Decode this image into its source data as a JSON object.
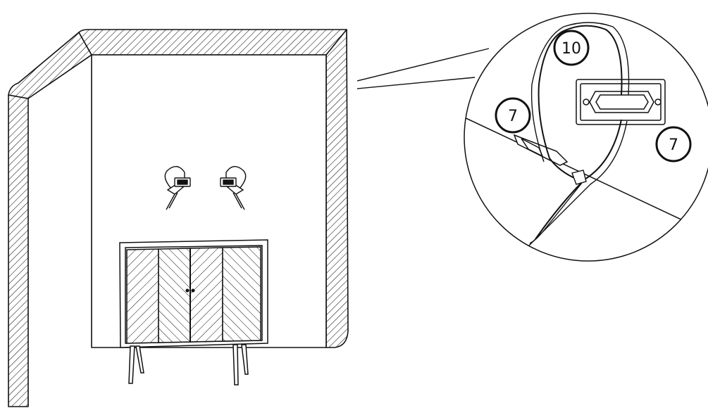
{
  "callouts": {
    "zip_tie": "10",
    "anchor_left": "7",
    "anchor_right": "7"
  },
  "colors": {
    "ink": "#111111",
    "background": "#ffffff"
  },
  "icons": [
    "hatched-wall",
    "cabinet",
    "wall-bracket",
    "zip-tie",
    "detail-magnifier"
  ]
}
